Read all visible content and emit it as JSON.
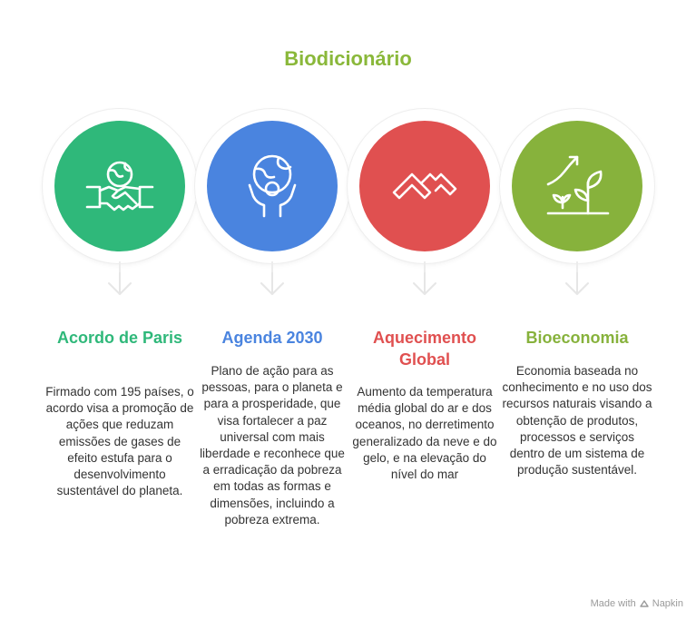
{
  "title": "Biodicionário",
  "colors": {
    "title": "#8ab83a",
    "green": "#2fb87a",
    "blue": "#4a84df",
    "red": "#e05050",
    "olive": "#87b23c"
  },
  "items": [
    {
      "icon": "globe-handshake-icon",
      "heading": "Acordo de Paris",
      "description": "Firmado com 195 países, o acordo visa a promoção de ações que reduzam emissões de gases de efeito estufa para o desenvolvimento sustentável do planeta."
    },
    {
      "icon": "globe-person-icon",
      "heading": "Agenda 2030",
      "description": "Plano de ação para as pessoas, para o planeta e para a prosperidade, que visa fortalecer a paz universal com mais liberdade e reconhece que a erradicação da pobreza em todas as formas e dimensões, incluindo a pobreza extrema."
    },
    {
      "icon": "melting-ice-icon",
      "heading": "Aquecimento Global",
      "description": "Aumento da temperatura média global do ar e dos oceanos, no derretimento generalizado da neve e do gelo, e na elevação do nível do mar"
    },
    {
      "icon": "plant-growth-icon",
      "heading": "Bioeconomia",
      "description": "Economia baseada no conhecimento e no uso dos recursos naturais visando a obtenção de produtos, processos e serviços dentro de um sistema de produção sustentável."
    }
  ],
  "footer": {
    "made_with": "Made with",
    "brand": "Napkin"
  }
}
